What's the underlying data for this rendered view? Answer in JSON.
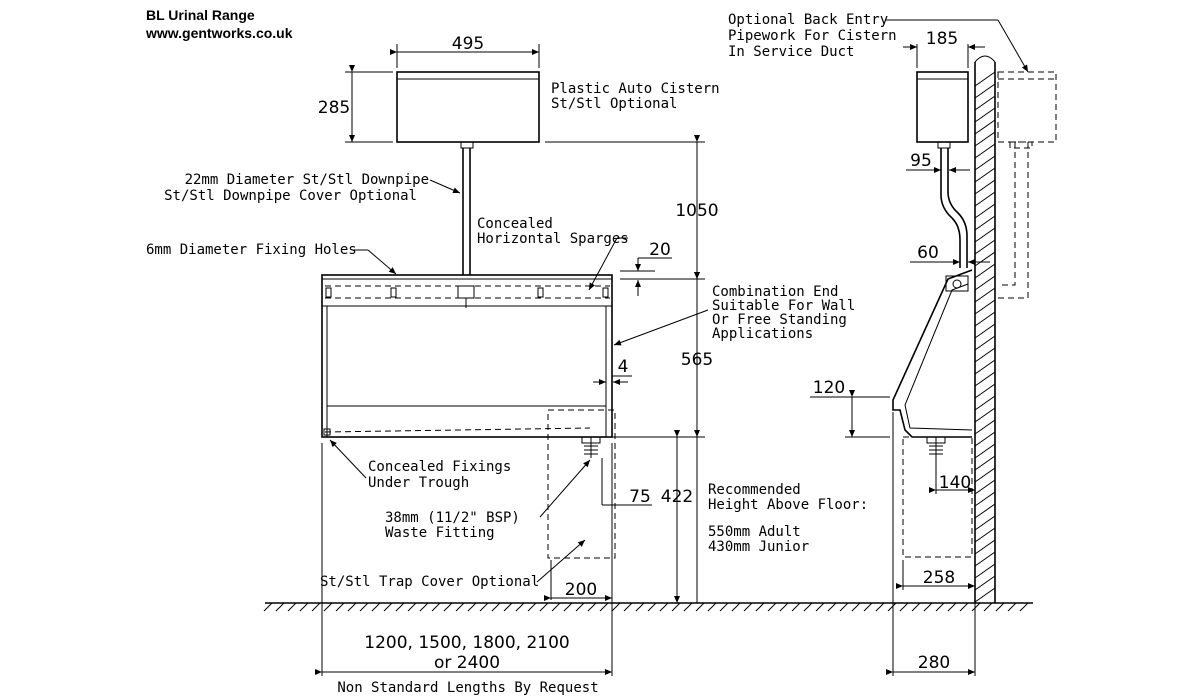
{
  "header": {
    "title": "BL Urinal Range",
    "website": "www.gentworks.co.uk"
  },
  "front_view": {
    "dims": {
      "cistern_width": "495",
      "cistern_height": "285",
      "pipe_height": "1050",
      "sparge_gap": "20",
      "trough_height": "565",
      "end_thickness": "4",
      "waste_offset": "75",
      "trap_height": "422",
      "trap_width": "200",
      "lengths_line1": "1200, 1500, 1800, 2100",
      "lengths_line2": "or 2400"
    },
    "labels": {
      "cistern_line1": "Plastic Auto Cistern",
      "cistern_line2": "St/Stl Optional",
      "downpipe_line1": "22mm Diameter St/Stl Downpipe",
      "downpipe_line2": "St/Stl Downpipe Cover Optional",
      "sparges_line1": "Concealed",
      "sparges_line2": "Horizontal Sparges",
      "fixing_holes": "6mm Diameter Fixing Holes",
      "end_line1": "Combination End",
      "end_line2": "Suitable For Wall",
      "end_line3": "Or Free Standing",
      "end_line4": "Applications",
      "fixings_line1": "Concealed Fixings",
      "fixings_line2": "Under Trough",
      "waste_line1": "38mm (11/2\" BSP)",
      "waste_line2": "Waste Fitting",
      "trap_cover": "St/Stl Trap Cover Optional",
      "height_line1": "Recommended",
      "height_line2": "Height Above Floor:",
      "height_adult": "550mm Adult",
      "height_junior": "430mm Junior",
      "non_standard": "Non Standard Lengths By Request"
    }
  },
  "side_view": {
    "dims": {
      "cistern_depth": "185",
      "pipe_offset": "95",
      "pipe_bottom_offset": "60",
      "lip_height": "120",
      "waste_projection": "140",
      "trap_depth": "258",
      "overall_depth": "280"
    },
    "labels": {
      "back_entry_line1": "Optional Back Entry",
      "back_entry_line2": "Pipework For Cistern",
      "back_entry_line3": "In Service Duct"
    }
  }
}
